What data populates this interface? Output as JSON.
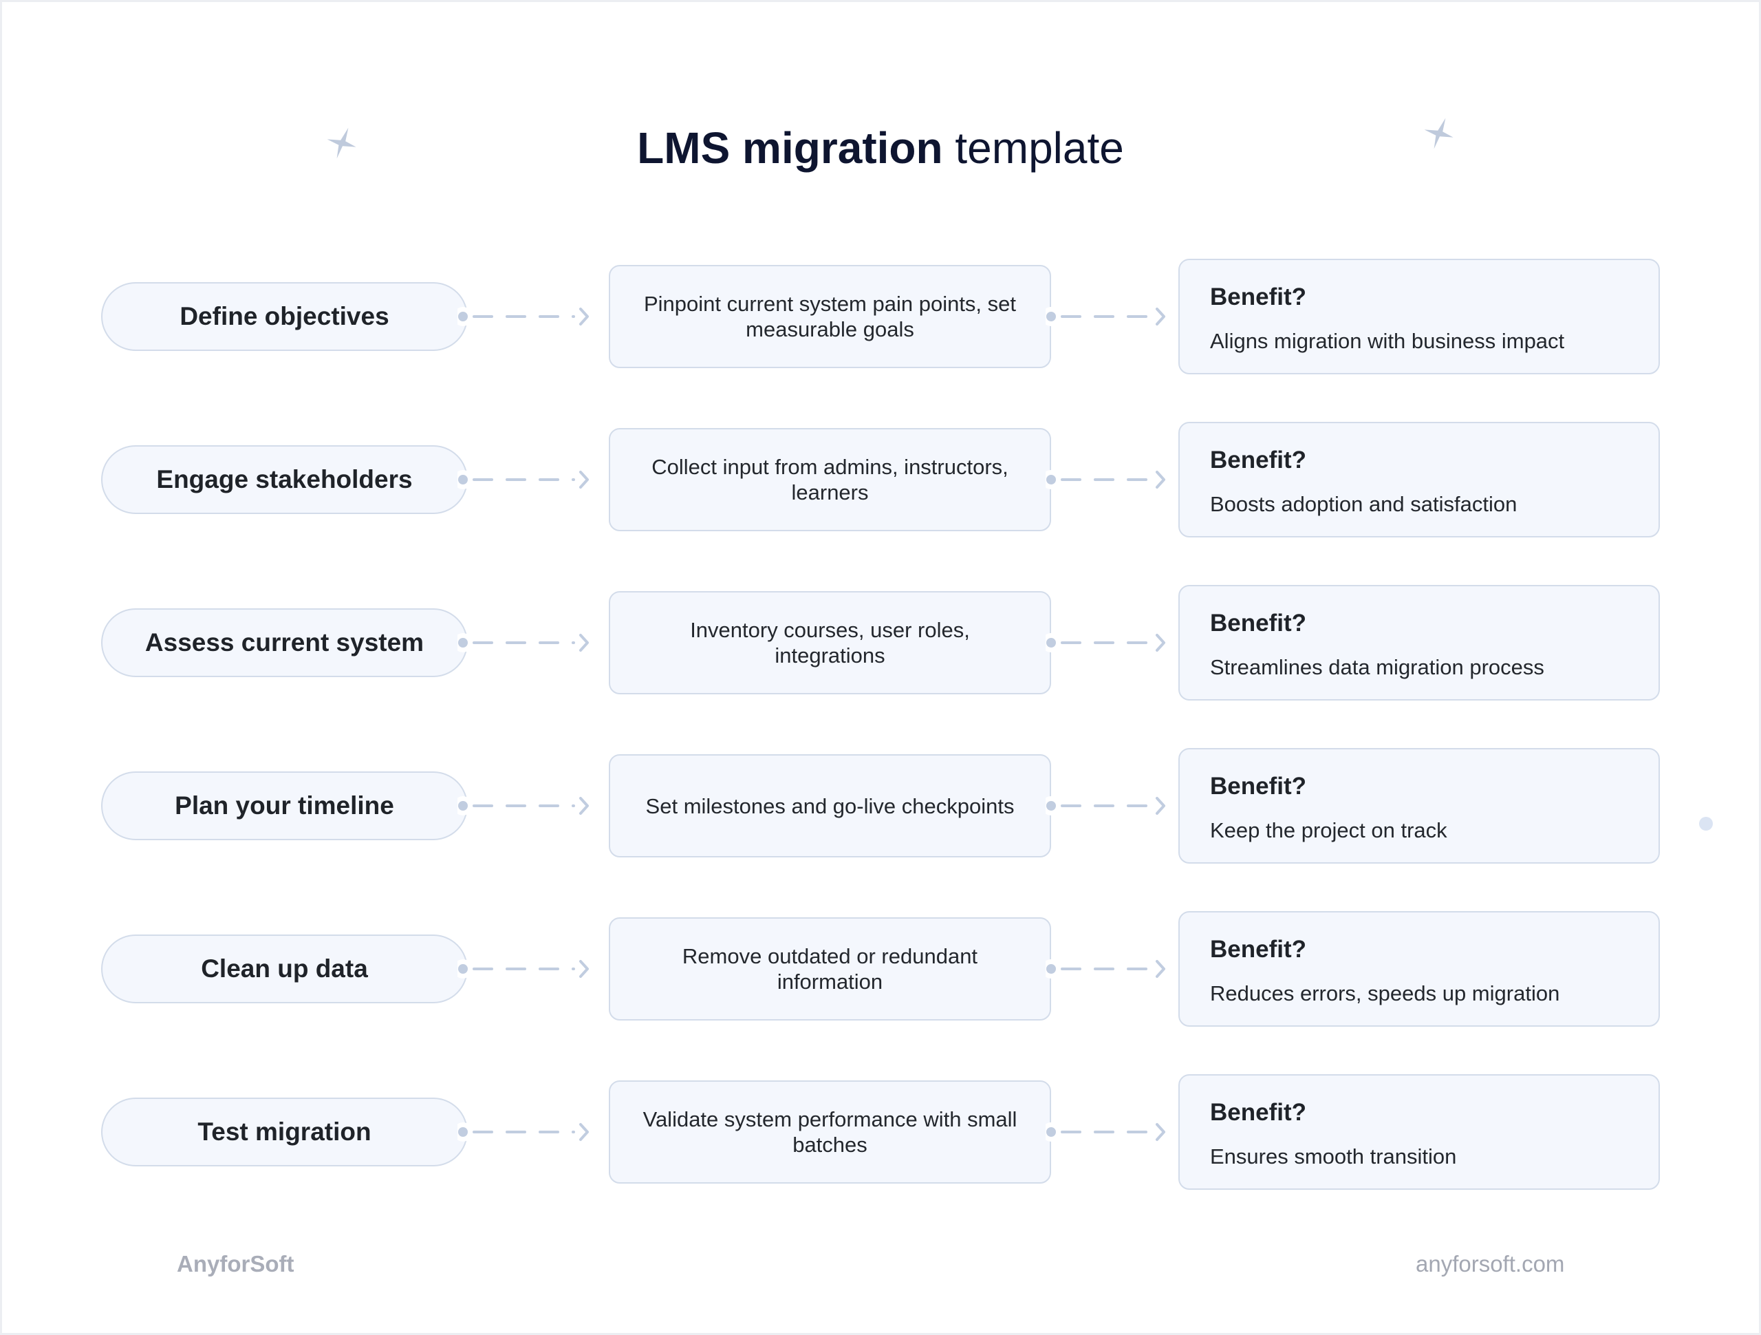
{
  "title": {
    "bold": "LMS migration",
    "light": "template"
  },
  "colors": {
    "title": "#0e1530",
    "box_fill": "#f4f7fd",
    "box_border": "#d3dcea",
    "connector": "#c1cde0",
    "sparkle": "#bfcadc",
    "footer_text": "#a9adb8"
  },
  "icons": {
    "sparkle_left": "four-point-star",
    "sparkle_right": "four-point-star",
    "decorative_dot": "circle"
  },
  "rows": [
    {
      "step": "Define objectives",
      "action": "Pinpoint current system pain points, set measurable goals",
      "benefit_heading": "Benefit?",
      "benefit": "Aligns migration with business impact"
    },
    {
      "step": "Engage stakeholders",
      "action": "Collect input from admins, instructors, learners",
      "benefit_heading": "Benefit?",
      "benefit": "Boosts adoption and satisfaction"
    },
    {
      "step": "Assess current system",
      "action": "Inventory courses, user roles, integrations",
      "benefit_heading": "Benefit?",
      "benefit": "Streamlines data migration process"
    },
    {
      "step": "Plan your timeline",
      "action": "Set milestones and go-live checkpoints",
      "benefit_heading": "Benefit?",
      "benefit": "Keep the project on track"
    },
    {
      "step": "Clean up data",
      "action": "Remove outdated or redundant information",
      "benefit_heading": "Benefit?",
      "benefit": "Reduces errors, speeds up migration"
    },
    {
      "step": "Test migration",
      "action": "Validate system performance with small batches",
      "benefit_heading": "Benefit?",
      "benefit": "Ensures smooth transition"
    }
  ],
  "footer": {
    "brand": "AnyforSoft",
    "website": "anyforsoft.com"
  }
}
